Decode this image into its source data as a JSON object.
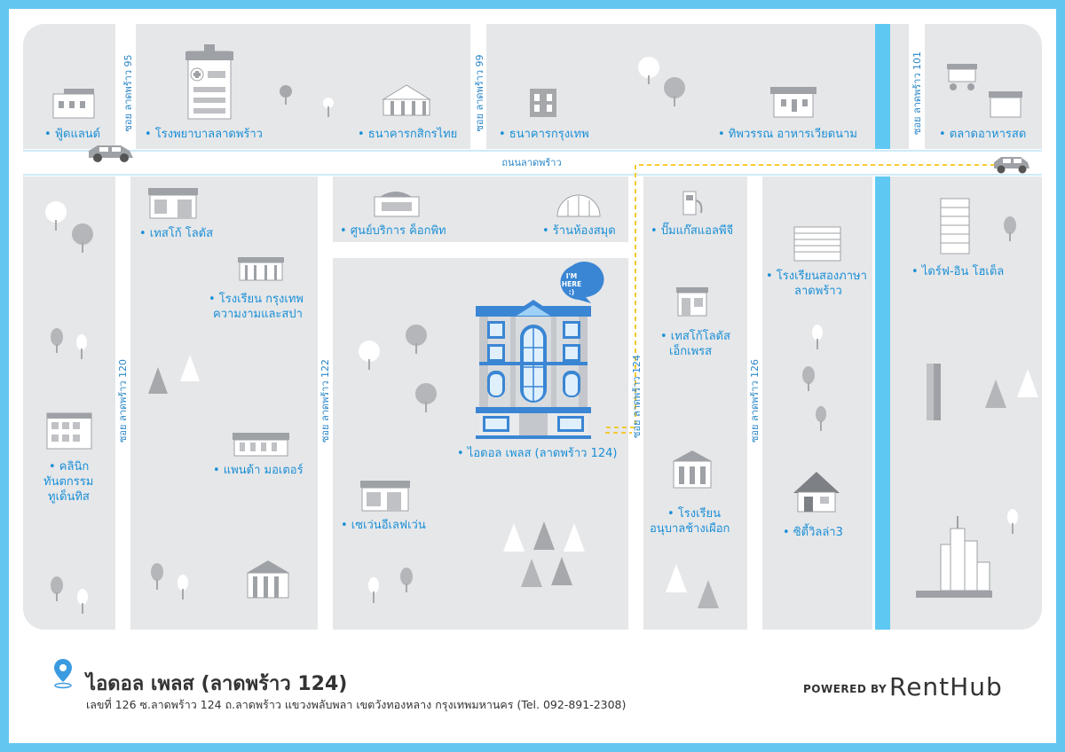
{
  "roads": {
    "main": "ถนนลาดพร้าว",
    "soi95": "ซอย ลาดพร้าว 95",
    "soi99": "ซอย ลาดพร้าว 99",
    "soi101": "ซอย ลาดพร้าว 101",
    "soi120": "ซอย ลาดพร้าว 120",
    "soi122": "ซอย ลาดพร้าว 122",
    "soi124": "ซอย ลาดพร้าว 124",
    "soi126": "ซอย ลาดพร้าว 126"
  },
  "places": {
    "foodland": "• ฟู้ดแลนด์",
    "hospital": "• โรงพยาบาลลาดพร้าว",
    "kbank": "• ธนาคารกสิกรไทย",
    "bbl": "• ธนาคารกรุงเทพ",
    "vietnam": "• ทิพวรรณ อาหารเวียดนาม",
    "market": "• ตลาดอาหารสด",
    "tesco": "• เทสโก้ โลตัส",
    "cockpit": "• ศูนย์บริการ ค็อกพิท",
    "bookstore": "• ร้านห้องสมุด",
    "lpg": "• ปั๊มแก๊สแอลพีจี",
    "school_beauty_1": "• โรงเรียน กรุงเทพ",
    "school_beauty_2": "ความงามและสปา",
    "tesco_express_1": "• เทสโก้โลตัส",
    "tesco_express_2": "เอ็กเพรส",
    "bilingual_1": "• โรงเรียนสองภาษา",
    "bilingual_2": "ลาดพร้าว",
    "drivein": "• ไดร์ฟ-อิน โฮเต็ล",
    "dental_1": "• คลินิก",
    "dental_2": "ทันตกรรม",
    "dental_3": "ทูเด็นทิส",
    "panda": "• แพนด้า มอเตอร์",
    "idol": "• ไอดอล เพลส (ลาดพร้าว 124)",
    "seven": "• เซเว่นอีเลฟเว่น",
    "kindergarten_1": "• โรงเรียน",
    "kindergarten_2": "อนุบาลช้างเผือก",
    "city_villa": "• ซิตี้วิลล่า3"
  },
  "bubble": {
    "line1": "I'M",
    "line2": "HERE",
    "line3": ":)"
  },
  "footer": {
    "title": "ไอดอล เพลส (ลาดพร้าว 124)",
    "address": "เลขที่ 126 ซ.ลาดพร้าว 124 ถ.ลาดพร้าว แขวงพลับพลา เขตวังทองหลาง กรุงเทพมหานคร (Tel. 092-891-2308)",
    "powered_by": "POWERED BY",
    "brand": "RentHub"
  },
  "colors": {
    "frame": "#62c6f0",
    "block": "#e6e7e9",
    "label": "#1a8fd6",
    "canal": "#5ec8f2",
    "route": "#f5c518"
  },
  "icons": [
    "location-pin-icon",
    "car-icon",
    "tree-icon",
    "pine-tree-icon",
    "building-icon"
  ]
}
